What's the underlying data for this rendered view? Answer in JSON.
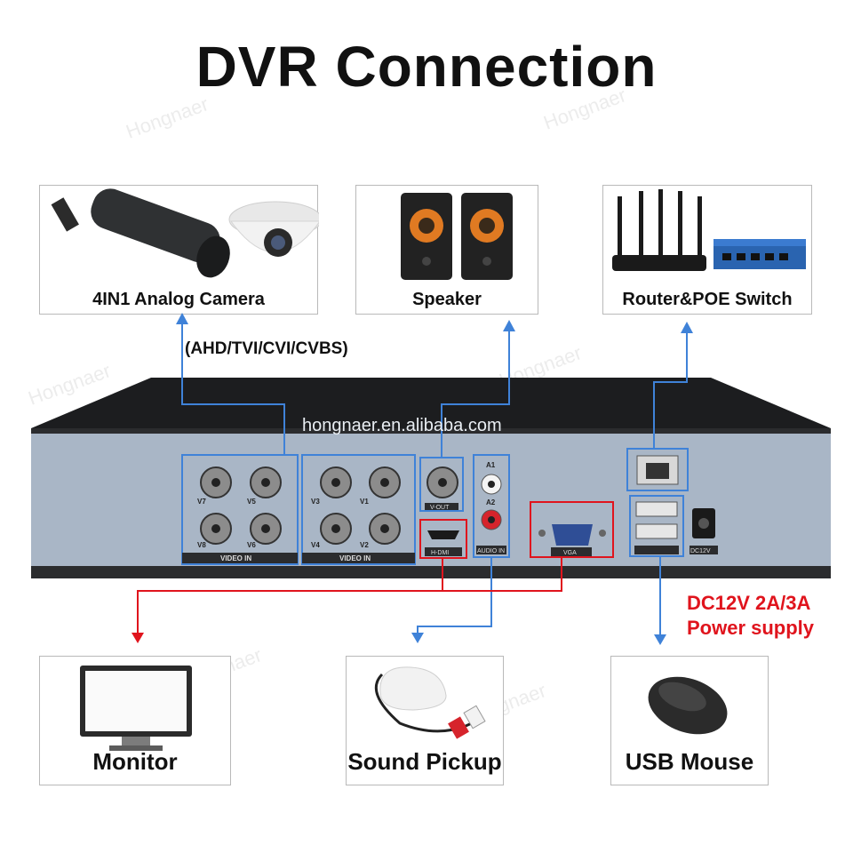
{
  "title": "DVR Connection",
  "watermark": "Hongnaer",
  "url": "hongnaer.en.alibaba.com",
  "devices": {
    "camera": {
      "label": "4IN1 Analog Camera",
      "note": "(AHD/TVI/CVI/CVBS)"
    },
    "speaker": {
      "label": "Speaker"
    },
    "router": {
      "label": "Router&POE Switch"
    },
    "monitor": {
      "label": "Monitor"
    },
    "pickup": {
      "label": "Sound Pickup"
    },
    "mouse": {
      "label": "USB Mouse"
    }
  },
  "ports": {
    "v7": "V7",
    "v5": "V5",
    "v3": "V3",
    "v1": "V1",
    "v8": "V8",
    "v6": "V6",
    "v4": "V4",
    "v2": "V2",
    "video_in": "VIDEO IN",
    "vout": "V-OUT",
    "a1": "A1",
    "a2": "A2",
    "audio_in": "AUDIO IN",
    "hdmi": "H-DMI",
    "vga": "VGA",
    "dc": "DC12V"
  },
  "power": {
    "line1": "DC12V 2A/3A",
    "line2": "Power supply"
  },
  "colors": {
    "blue_line": "#3f82d8",
    "red_line": "#e0141d",
    "panel": "#a9b6c6"
  }
}
